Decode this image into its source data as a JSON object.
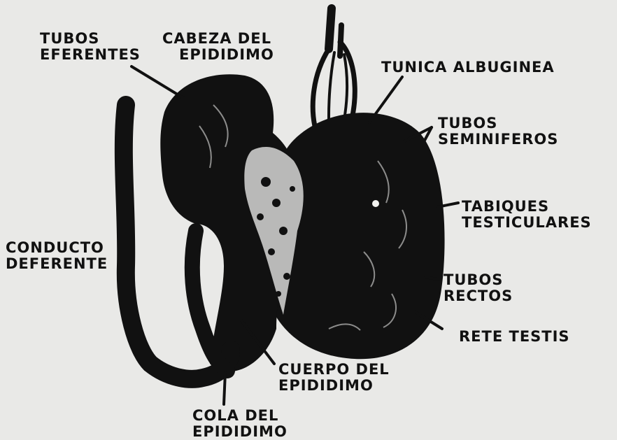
{
  "labels": {
    "tubos_eferentes": [
      "TUBOS",
      "EFERENTES"
    ],
    "cabeza_epididimo": [
      "CABEZA DEL",
      "EPIDIDIMO"
    ],
    "tunica_albuginea": [
      "TUNICA ALBUGINEA"
    ],
    "tubos_seminiferos": [
      "TUBOS",
      "SEMINIFEROS"
    ],
    "tabiques_testiculares": [
      "TABIQUES",
      "TESTICULARES"
    ],
    "conducto_deferente": [
      "CONDUCTO",
      "DEFERENTE"
    ],
    "tubos_rectos": [
      "TUBOS",
      "RECTOS"
    ],
    "rete_testis": [
      "RETE TESTIS"
    ],
    "cuerpo_epididimo": [
      "CUERPO DEL",
      "EPIDIDIMO"
    ],
    "cola_epididimo": [
      "COLA DEL",
      "EPIDIDIMO"
    ]
  },
  "colors": {
    "background": "#e9e9e7",
    "ink": "#111111",
    "speckle": "#f2f2f0"
  }
}
